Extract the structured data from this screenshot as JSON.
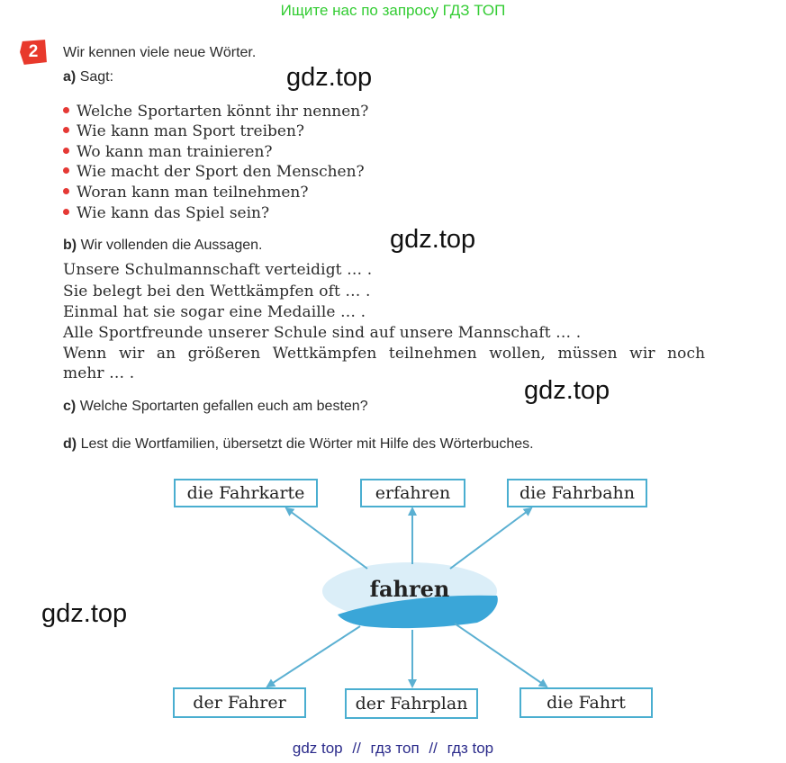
{
  "banner": "Ищите нас по запросу ГДЗ ТОП",
  "task": {
    "number": "2",
    "title": "Wir kennen viele neue Wörter."
  },
  "part_a": {
    "label": "a)",
    "text": "Sagt:",
    "questions": [
      "Welche Sportarten könnt ihr nennen?",
      "Wie kann man Sport treiben?",
      "Wo kann man trainieren?",
      "Wie macht der Sport den Menschen?",
      "Woran kann man teilnehmen?",
      "Wie kann das Spiel sein?"
    ]
  },
  "part_b": {
    "label": "b)",
    "text": "Wir vollenden die Aussagen.",
    "sentences": [
      "Unsere Schulmannschaft verteidigt … .",
      "Sie belegt bei den Wettkämpfen oft … .",
      "Einmal hat sie sogar eine Medaille … .",
      "Alle Sportfreunde unserer Schule sind auf unsere Mannschaft … .",
      "Wenn wir an größeren Wettkämpfen teilnehmen wollen, müssen wir noch",
      "mehr … ."
    ]
  },
  "part_c": {
    "label": "c)",
    "text": "Welche Sportarten gefallen euch am besten?"
  },
  "part_d": {
    "label": "d)",
    "text": "Lest die Wortfamilien, übersetzt die Wörter mit Hilfe des Wörterbuches."
  },
  "word_family": {
    "center": "fahren",
    "top": [
      "die Fahrkarte",
      "erfahren",
      "die Fahrbahn"
    ],
    "bottom": [
      "der Fahrer",
      "der Fahrplan",
      "die Fahrt"
    ]
  },
  "watermarks": [
    "gdz.top",
    "gdz.top",
    "gdz.top",
    "gdz.top"
  ],
  "footer": {
    "items": [
      "gdz top",
      "гдз топ",
      "гдз top"
    ],
    "separator": "//"
  },
  "colors": {
    "banner": "#33cc33",
    "badge": "#e8392c",
    "bullet": "#e53935",
    "box_border": "#4aaed0",
    "arrow": "#5bb0d2",
    "ellipse": "#dbeef8",
    "brush": "#3aa6d8",
    "footer": "#2b2b8b"
  }
}
